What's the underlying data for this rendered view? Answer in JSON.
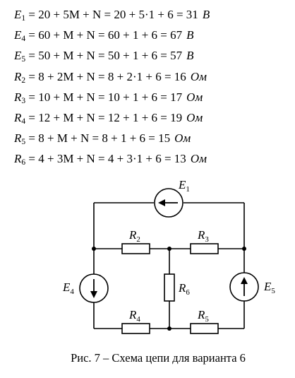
{
  "equations": [
    {
      "sym": "E",
      "sub": "1",
      "expr": " = 20 + 5M + N = 20 + 5·1 + 6 = 31",
      "unit": "В"
    },
    {
      "sym": "E",
      "sub": "4",
      "expr": " = 60 + M + N = 60 + 1 + 6 = 67",
      "unit": "В"
    },
    {
      "sym": "E",
      "sub": "5",
      "expr": " = 50 + M + N = 50 + 1 + 6 = 57",
      "unit": "В"
    },
    {
      "sym": "R",
      "sub": "2",
      "expr": " = 8 + 2M + N = 8 + 2·1 + 6 = 16",
      "unit": "Ом"
    },
    {
      "sym": "R",
      "sub": "3",
      "expr": " = 10 + M + N = 10 + 1 + 6 = 17",
      "unit": "Ом"
    },
    {
      "sym": "R",
      "sub": "4",
      "expr": " = 12 + M + N = 12 + 1 + 6 = 19",
      "unit": "Ом"
    },
    {
      "sym": "R",
      "sub": "5",
      "expr": " = 8 + M + N = 8 + 1 + 6 = 15",
      "unit": "Ом"
    },
    {
      "sym": "R",
      "sub": "6",
      "expr": " = 4 + 3M + N = 4 + 3·1 + 6 = 13",
      "unit": "Ом"
    }
  ],
  "circuit": {
    "labels": {
      "E1": {
        "sym": "E",
        "sub": "1"
      },
      "E4": {
        "sym": "E",
        "sub": "4"
      },
      "E5": {
        "sym": "E",
        "sub": "5"
      },
      "R2": {
        "sym": "R",
        "sub": "2"
      },
      "R3": {
        "sym": "R",
        "sub": "3"
      },
      "R4": {
        "sym": "R",
        "sub": "4"
      },
      "R5": {
        "sym": "R",
        "sub": "5"
      },
      "R6": {
        "sym": "R",
        "sub": "6"
      }
    }
  },
  "caption": "Рис. 7 – Схема цепи для варианта 6"
}
